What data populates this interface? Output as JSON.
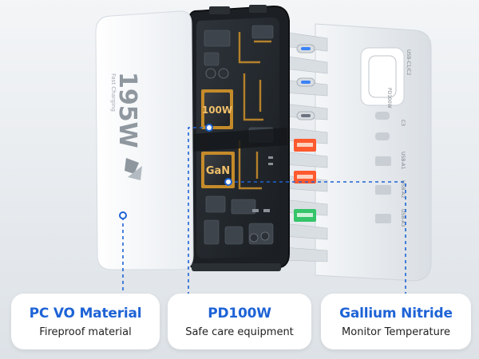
{
  "colors": {
    "accent": "#1e63d6",
    "background": "#e9ecef",
    "callout_bg": "#ffffff",
    "port_usb_c": "#3b82f6",
    "port_usb_a_red": "#ff5a2e",
    "port_usb_a_green": "#35c46a",
    "pcb_gold": "#c58b2a"
  },
  "shell_label": {
    "wattage": "195W",
    "tagline": "Fast Charging"
  },
  "chips": {
    "top": "100W",
    "bottom": "GaN"
  },
  "port_labels": [
    "PD100W",
    "USB-C1/C2",
    "C3",
    "USB-A1",
    "USB-A2",
    "USB-A3"
  ],
  "callouts": [
    {
      "title": "PC VO Material",
      "subtitle": "Fireproof material"
    },
    {
      "title": "PD100W",
      "subtitle": "Safe care equipment"
    },
    {
      "title": "Gallium Nitride",
      "subtitle": "Monitor Temperature"
    }
  ]
}
